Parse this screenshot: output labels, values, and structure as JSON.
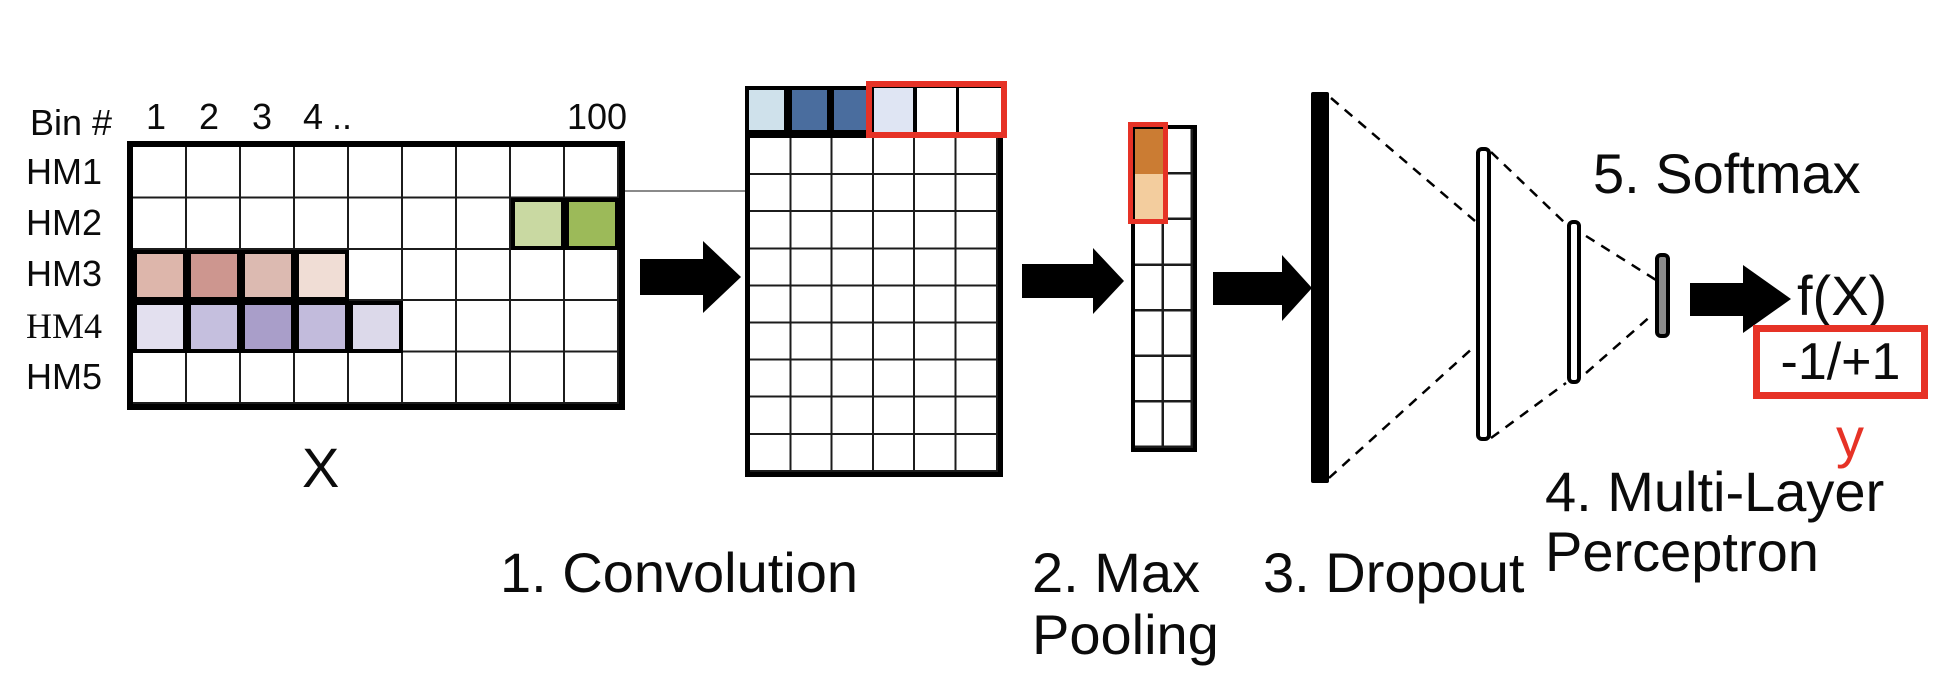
{
  "input": {
    "bin_label": "Bin #",
    "bin_numbers": [
      "1",
      "2",
      "3",
      "4",
      "..",
      "100"
    ],
    "row_labels": [
      "HM1",
      "HM2",
      "HM3",
      "HM4",
      "HM5"
    ],
    "caption": "X"
  },
  "steps": {
    "convolution": "1. Convolution",
    "max_pooling_line1": "2. Max",
    "max_pooling_line2": "Pooling",
    "dropout": "3. Dropout",
    "mlp_line1": "4. Multi-Layer",
    "mlp_line2": "Perceptron",
    "softmax": "5. Softmax"
  },
  "output": {
    "fx_label": "f(X)",
    "range_label": "-1/+1",
    "y_label": "y"
  },
  "colors": {
    "accent_red": "#e63226",
    "input_green": [
      "#c9d9a2",
      "#9cba59"
    ],
    "input_hm3_pinks": [
      "#ddb6ab",
      "#cd968f",
      "#dcbab1",
      "#f0ddd5"
    ],
    "input_hm4_purples": [
      "#e3e0ef",
      "#c5bfde",
      "#a99ec9",
      "#c2bbdc",
      "#dcd9ea"
    ],
    "conv_strip": [
      "#cfe1eb",
      "#4a6d9e",
      "#4a6d9e",
      "#dfe5f3",
      "#ffffff",
      "#ffffff"
    ],
    "pool_highlight": [
      "#cb7c33",
      "#f3cd9e"
    ],
    "mlp_output_fill": "#8c8c8c"
  }
}
